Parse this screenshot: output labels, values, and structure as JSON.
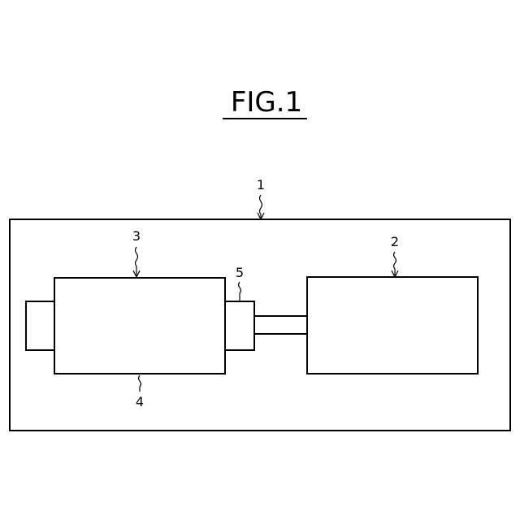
{
  "figure": {
    "title": "FIG.1"
  },
  "references": {
    "housing": "1",
    "right_unit": "2",
    "main_unit": "3",
    "main_unit_bottom": "4",
    "coupling": "5"
  }
}
